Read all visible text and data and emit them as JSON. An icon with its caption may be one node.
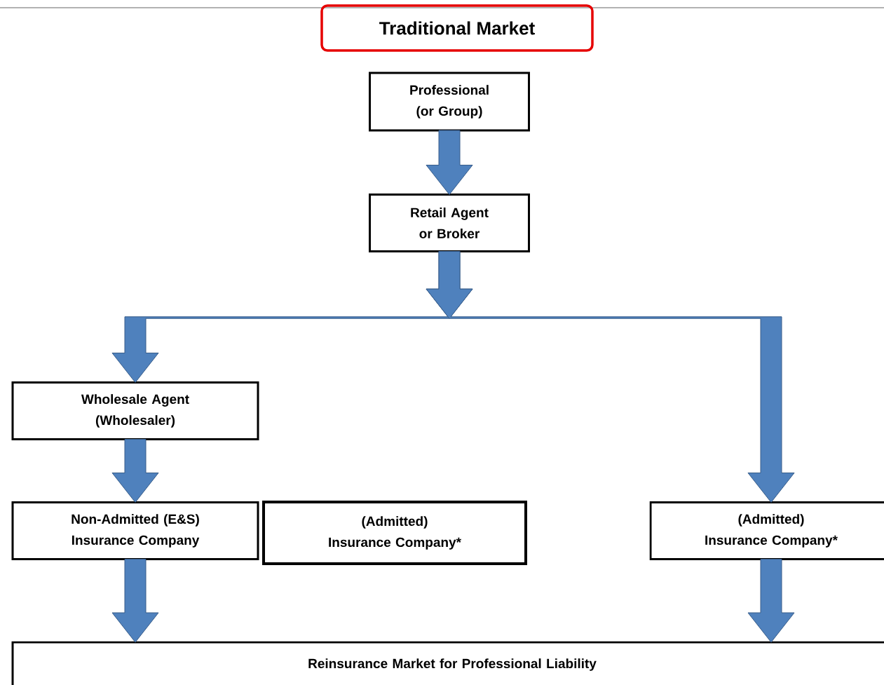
{
  "diagram": {
    "title": "Traditional Market",
    "nodes": [
      {
        "text": [
          "Professional (or Group)"
        ]
      },
      {
        "text": [
          "Retail Agent or Broker"
        ]
      },
      {
        "text": [
          "Wholesale Agent (Wholesaler)"
        ]
      },
      {
        "text": [
          "Non-Admitted (E&S) Insurance Company"
        ]
      },
      {
        "text": [
          "(Admitted) Insurance Company*"
        ]
      },
      {
        "text": [
          "(Admitted) Insurance Company*"
        ]
      },
      {
        "text": [
          "Reinsurance Market for Professional Liability"
        ]
      }
    ],
    "edges": [
      {
        "from": 0,
        "to": 1,
        "arrow": "to"
      },
      {
        "from": 1,
        "to": 2,
        "arrow": "to"
      },
      {
        "from": 1,
        "to": 5,
        "arrow": "to"
      },
      {
        "from": 2,
        "to": 3,
        "arrow": "to"
      },
      {
        "from": 3,
        "to": 6,
        "arrow": "to"
      },
      {
        "from": 5,
        "to": 6,
        "arrow": "to"
      }
    ]
  }
}
